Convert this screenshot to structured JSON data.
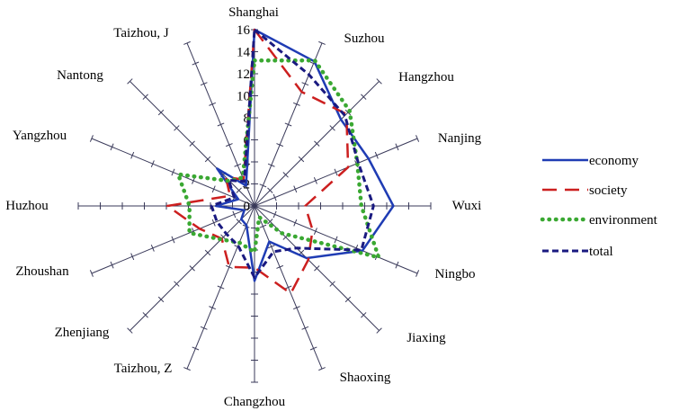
{
  "chart_data": {
    "type": "radar",
    "categories": [
      "Shanghai",
      "Suzhou",
      "Hangzhou",
      "Nanjing",
      "Wuxi",
      "Ningbo",
      "Jiaxing",
      "Shaoxing",
      "Changzhou",
      "Taizhou, Z",
      "Zhenjiang",
      "Zhoushan",
      "Huzhou",
      "Yangzhou",
      "Nantong",
      "Taizhou, J"
    ],
    "radial_ticks": [
      0,
      2,
      4,
      6,
      8,
      10,
      12,
      14,
      16
    ],
    "rlim": [
      0,
      16
    ],
    "series": [
      {
        "name": "economy",
        "color": "#1f3cb4",
        "dash": "solid",
        "values": [
          16,
          14.2,
          11.1,
          11.2,
          12.6,
          10.6,
          6.7,
          3.5,
          6.8,
          1.9,
          1.7,
          1.0,
          3.5,
          1.6,
          4.8,
          2.0
        ]
      },
      {
        "name": "society",
        "color": "#cc1f1f",
        "dash": "dashed",
        "values": [
          16,
          11.2,
          11.8,
          9.2,
          4.6,
          5.7,
          6.9,
          8.6,
          5.6,
          6.0,
          4.2,
          5.4,
          7.9,
          2.4,
          3.7,
          2.6
        ]
      },
      {
        "name": "environment",
        "color": "#3aa832",
        "dash": "dotted",
        "values": [
          13.2,
          14.3,
          12.2,
          10.1,
          9.7,
          12.2,
          3.5,
          1.1,
          4.2,
          3.6,
          4.3,
          6.4,
          5.9,
          7.5,
          3.2,
          2.8
        ]
      },
      {
        "name": "total",
        "color": "#1a1a80",
        "dash": "short-dashed",
        "values": [
          16,
          12.9,
          11.6,
          10.2,
          10.8,
          10.5,
          5.4,
          4.5,
          6.5,
          3.9,
          3.6,
          3.7,
          3.9,
          2.0,
          3.3,
          2.4
        ]
      }
    ]
  }
}
